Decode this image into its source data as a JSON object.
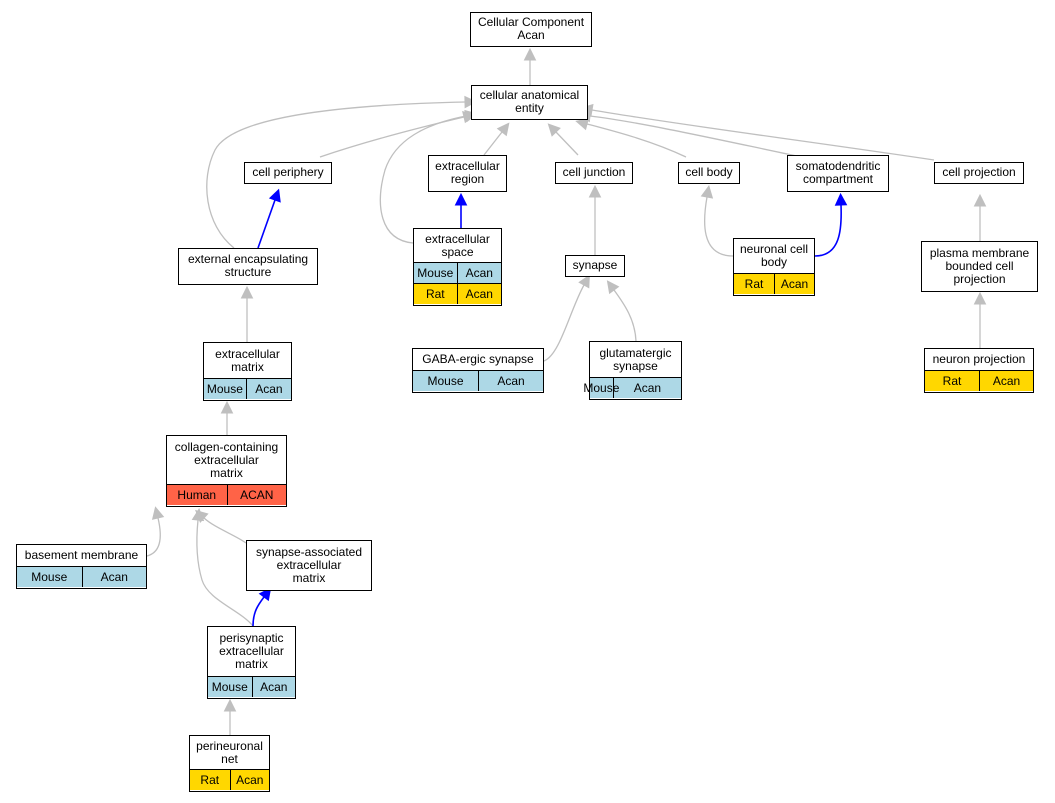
{
  "colors": {
    "edge_default": "#bfbfbf",
    "edge_blue": "#0000ff",
    "mouse": "#add8e6",
    "rat": "#ffd700",
    "human": "#ff6347"
  },
  "nodes": {
    "root": {
      "label": "Cellular Component\nAcan"
    },
    "cae": {
      "label": "cellular anatomical\nentity"
    },
    "periphery": {
      "label": "cell periphery"
    },
    "ecregion": {
      "label": "extracellular\nregion"
    },
    "junction": {
      "label": "cell junction"
    },
    "cellbody": {
      "label": "cell body"
    },
    "somato": {
      "label": "somatodendritic\ncompartment"
    },
    "projection": {
      "label": "cell projection"
    },
    "extenc": {
      "label": "external encapsulating\nstructure"
    },
    "ecspace": {
      "label": "extracellular\nspace",
      "rows": [
        {
          "species": "Mouse",
          "gene": "Acan"
        },
        {
          "species": "Rat",
          "gene": "Acan"
        }
      ]
    },
    "synapse": {
      "label": "synapse"
    },
    "ncb": {
      "label": "neuronal cell\nbody",
      "rows": [
        {
          "species": "Rat",
          "gene": "Acan"
        }
      ]
    },
    "pmbcp": {
      "label": "plasma membrane\nbounded cell\nprojection"
    },
    "ecm": {
      "label": "extracellular\nmatrix",
      "rows": [
        {
          "species": "Mouse",
          "gene": "Acan"
        }
      ]
    },
    "gaba": {
      "label": "GABA-ergic synapse",
      "rows": [
        {
          "species": "Mouse",
          "gene": "Acan"
        }
      ]
    },
    "glut": {
      "label": "glutamatergic\nsynapse",
      "rows": [
        {
          "species": "Mouse",
          "gene": "Acan"
        }
      ]
    },
    "neuproj": {
      "label": "neuron projection",
      "rows": [
        {
          "species": "Rat",
          "gene": "Acan"
        }
      ]
    },
    "cc_ecm": {
      "label": "collagen-containing\nextracellular\nmatrix",
      "rows": [
        {
          "species": "Human",
          "gene": "ACAN"
        }
      ]
    },
    "bm": {
      "label": "basement membrane",
      "rows": [
        {
          "species": "Mouse",
          "gene": "Acan"
        }
      ]
    },
    "syn_ecm": {
      "label": "synapse-associated\nextracellular\nmatrix"
    },
    "peri_ecm": {
      "label": "perisynaptic\nextracellular\nmatrix",
      "rows": [
        {
          "species": "Mouse",
          "gene": "Acan"
        }
      ]
    },
    "pnn": {
      "label": "perineuronal\nnet",
      "rows": [
        {
          "species": "Rat",
          "gene": "Acan"
        }
      ]
    }
  },
  "edges": [
    {
      "from": "cae",
      "to": "root",
      "color": "gray"
    },
    {
      "from": "periphery",
      "to": "cae",
      "color": "gray"
    },
    {
      "from": "ecregion",
      "to": "cae",
      "color": "gray"
    },
    {
      "from": "junction",
      "to": "cae",
      "color": "gray"
    },
    {
      "from": "cellbody",
      "to": "cae",
      "color": "gray"
    },
    {
      "from": "somato",
      "to": "cae",
      "color": "gray"
    },
    {
      "from": "projection",
      "to": "cae",
      "color": "gray"
    },
    {
      "from": "extenc",
      "to": "cae",
      "color": "gray"
    },
    {
      "from": "ecspace",
      "to": "cae",
      "color": "gray"
    },
    {
      "from": "extenc",
      "to": "periphery",
      "color": "blue"
    },
    {
      "from": "ecspace",
      "to": "ecregion",
      "color": "blue"
    },
    {
      "from": "synapse",
      "to": "junction",
      "color": "gray"
    },
    {
      "from": "ncb",
      "to": "cellbody",
      "color": "gray"
    },
    {
      "from": "ncb",
      "to": "somato",
      "color": "blue"
    },
    {
      "from": "pmbcp",
      "to": "projection",
      "color": "gray"
    },
    {
      "from": "ecm",
      "to": "extenc",
      "color": "gray"
    },
    {
      "from": "gaba",
      "to": "synapse",
      "color": "gray"
    },
    {
      "from": "glut",
      "to": "synapse",
      "color": "gray"
    },
    {
      "from": "neuproj",
      "to": "pmbcp",
      "color": "gray"
    },
    {
      "from": "cc_ecm",
      "to": "ecm",
      "color": "gray"
    },
    {
      "from": "bm",
      "to": "cc_ecm",
      "color": "gray"
    },
    {
      "from": "syn_ecm",
      "to": "cc_ecm",
      "color": "gray"
    },
    {
      "from": "peri_ecm",
      "to": "cc_ecm",
      "color": "gray"
    },
    {
      "from": "peri_ecm",
      "to": "syn_ecm",
      "color": "blue"
    },
    {
      "from": "pnn",
      "to": "peri_ecm",
      "color": "gray"
    }
  ]
}
